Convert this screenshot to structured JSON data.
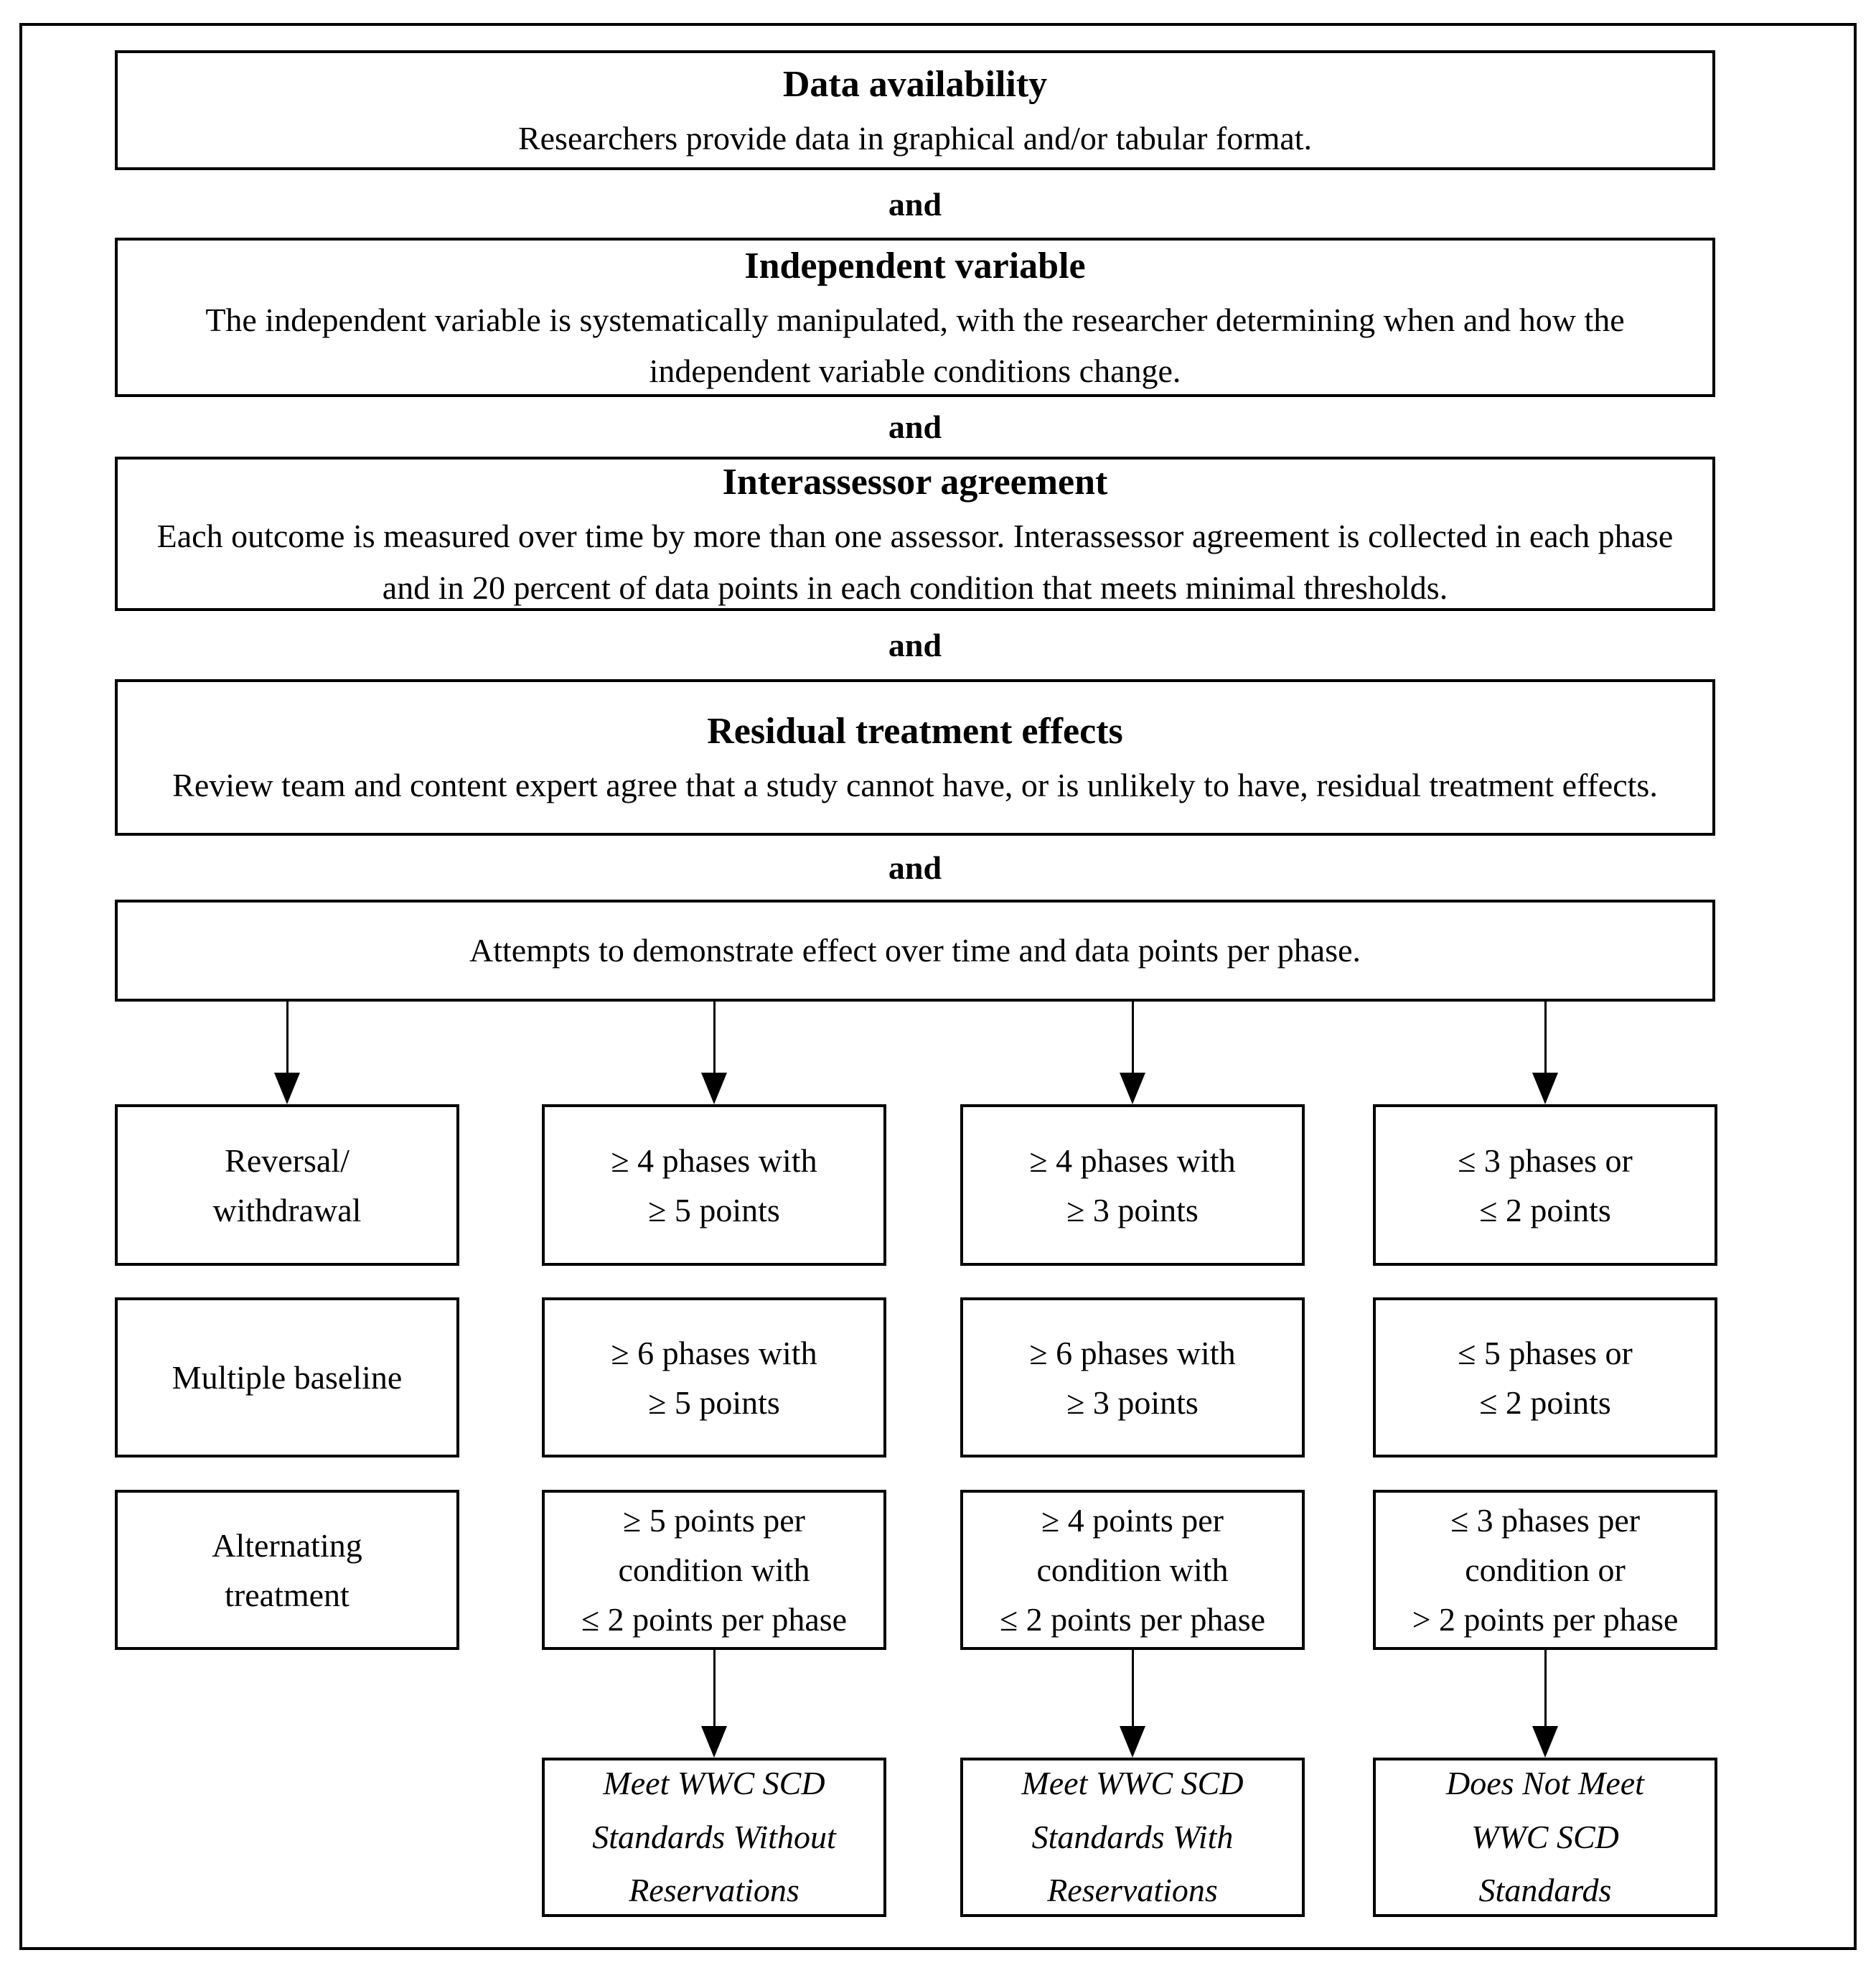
{
  "diagram": {
    "connector_label": "and",
    "colors": {
      "line": "#000000",
      "background": "#ffffff"
    },
    "criteria": [
      {
        "title": "Data availability",
        "body": "Researchers provide data in graphical and/or tabular format."
      },
      {
        "title": "Independent variable",
        "body": "The independent variable is systematically manipulated, with the researcher determining when and how the independent variable conditions change."
      },
      {
        "title": "Interassessor agreement",
        "body": "Each outcome is measured over time by more than one assessor. Interassessor agreement is collected in each phase and in 20 percent of data points in each condition that meets minimal thresholds."
      },
      {
        "title": "Residual treatment effects",
        "body": "Review team and content expert agree that a study cannot have, or is unlikely to have, residual treatment effects."
      }
    ],
    "attempts": {
      "body": "Attempts to demonstrate effect over time and data points per phase."
    },
    "designs": [
      {
        "label": "Reversal/\nwithdrawal",
        "meets_without": "≥ 4 phases with\n≥ 5 points",
        "meets_with": "≥ 4 phases with\n≥ 3 points",
        "does_not_meet": "≤ 3 phases or\n≤ 2 points"
      },
      {
        "label": "Multiple baseline",
        "meets_without": "≥ 6 phases with\n≥ 5 points",
        "meets_with": "≥ 6 phases with\n≥ 3 points",
        "does_not_meet": "≤ 5 phases or\n≤ 2 points"
      },
      {
        "label": "Alternating\ntreatment",
        "meets_without": "≥ 5 points per\ncondition with\n≤ 2 points per phase",
        "meets_with": "≥ 4 points per\ncondition with\n≤ 2 points per phase",
        "does_not_meet": "≤ 3 phases per\ncondition or\n> 2 points per phase"
      }
    ],
    "outcomes": [
      {
        "label": "Meet WWC SCD\nStandards Without\nReservations"
      },
      {
        "label": "Meet WWC SCD\nStandards With\nReservations"
      },
      {
        "label": "Does Not Meet\nWWC SCD\nStandards"
      }
    ]
  }
}
